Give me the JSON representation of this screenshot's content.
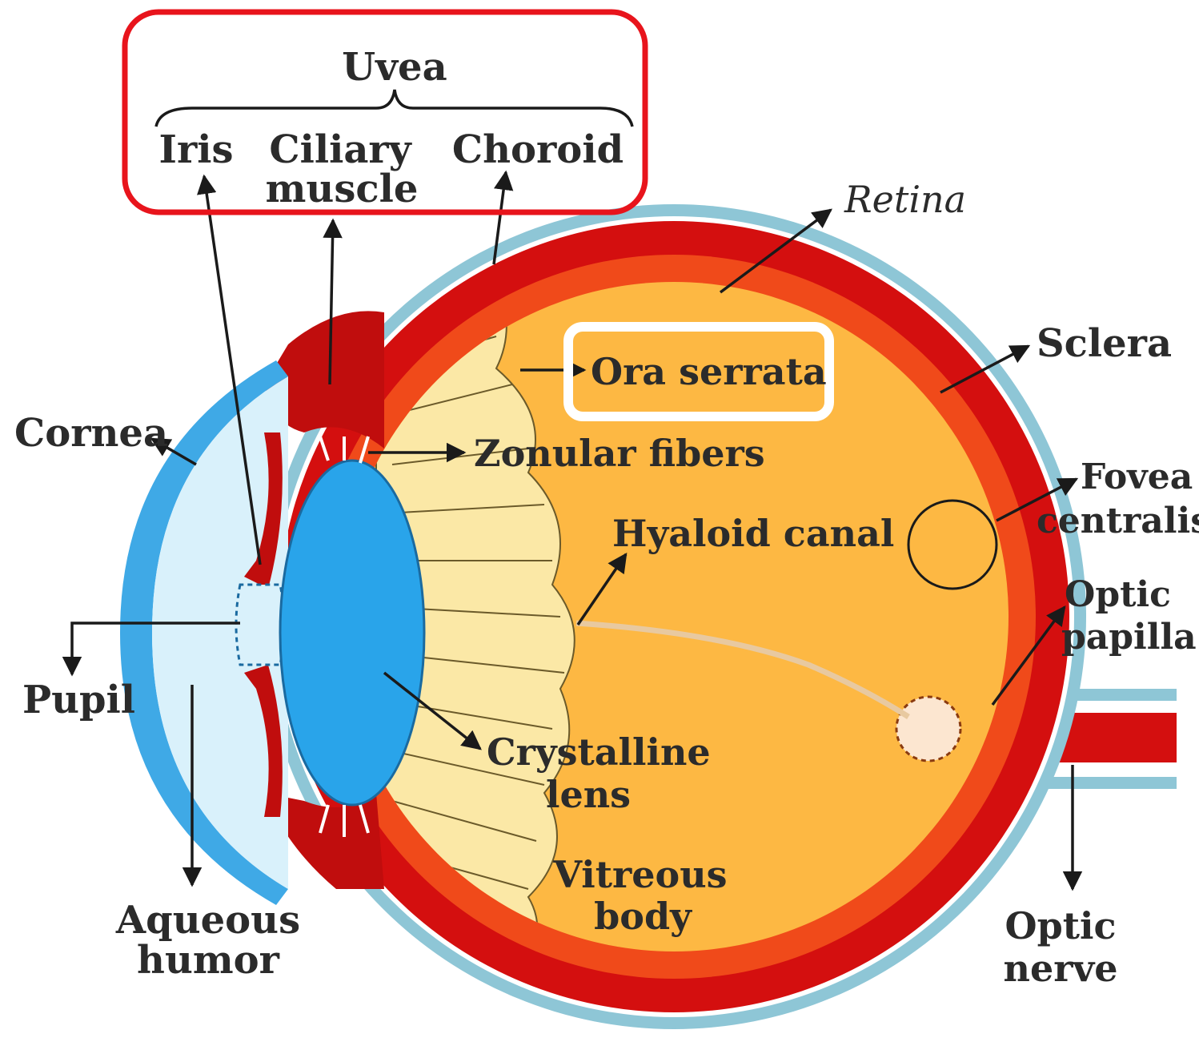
{
  "title": "",
  "uvea": {
    "heading": "Uvea",
    "iris": "Iris",
    "ciliary_line1": "Ciliary",
    "ciliary_line2": "muscle",
    "choroid": "Choroid"
  },
  "labels": {
    "retina": "Retina",
    "sclera": "Sclera",
    "ora_serrata": "Ora serrata",
    "zonular_fibers": "Zonular fibers",
    "cornea": "Cornea",
    "fovea_line1": "Fovea",
    "fovea_line2": "centralis",
    "hyaloid_canal": "Hyaloid canal",
    "optic_papilla_line1": "Optic",
    "optic_papilla_line2": "papilla",
    "pupil": "Pupil",
    "lens_line1": "Crystalline",
    "lens_line2": "lens",
    "vitreous_line1": "Vitreous",
    "vitreous_line2": "body",
    "aqueous_line1": "Aqueous",
    "aqueous_line2": "humor",
    "optic_nerve_line1": "Optic",
    "optic_nerve_line2": "nerve"
  },
  "highlights": [
    "uvea",
    "ora_serrata"
  ],
  "colors": {
    "sclera": "#8ec6d6",
    "choroid_retina": "#d40f0f",
    "retina_inner": "#f04a1a",
    "vitreous": "#fdb843",
    "ciliary_zone": "#fbe8a6",
    "lens": "#29a4ea",
    "cornea": "#3fa9e6",
    "aqueous": "#d9f1fb",
    "highlight_red": "#e8141c",
    "highlight_white": "#ffffff"
  }
}
